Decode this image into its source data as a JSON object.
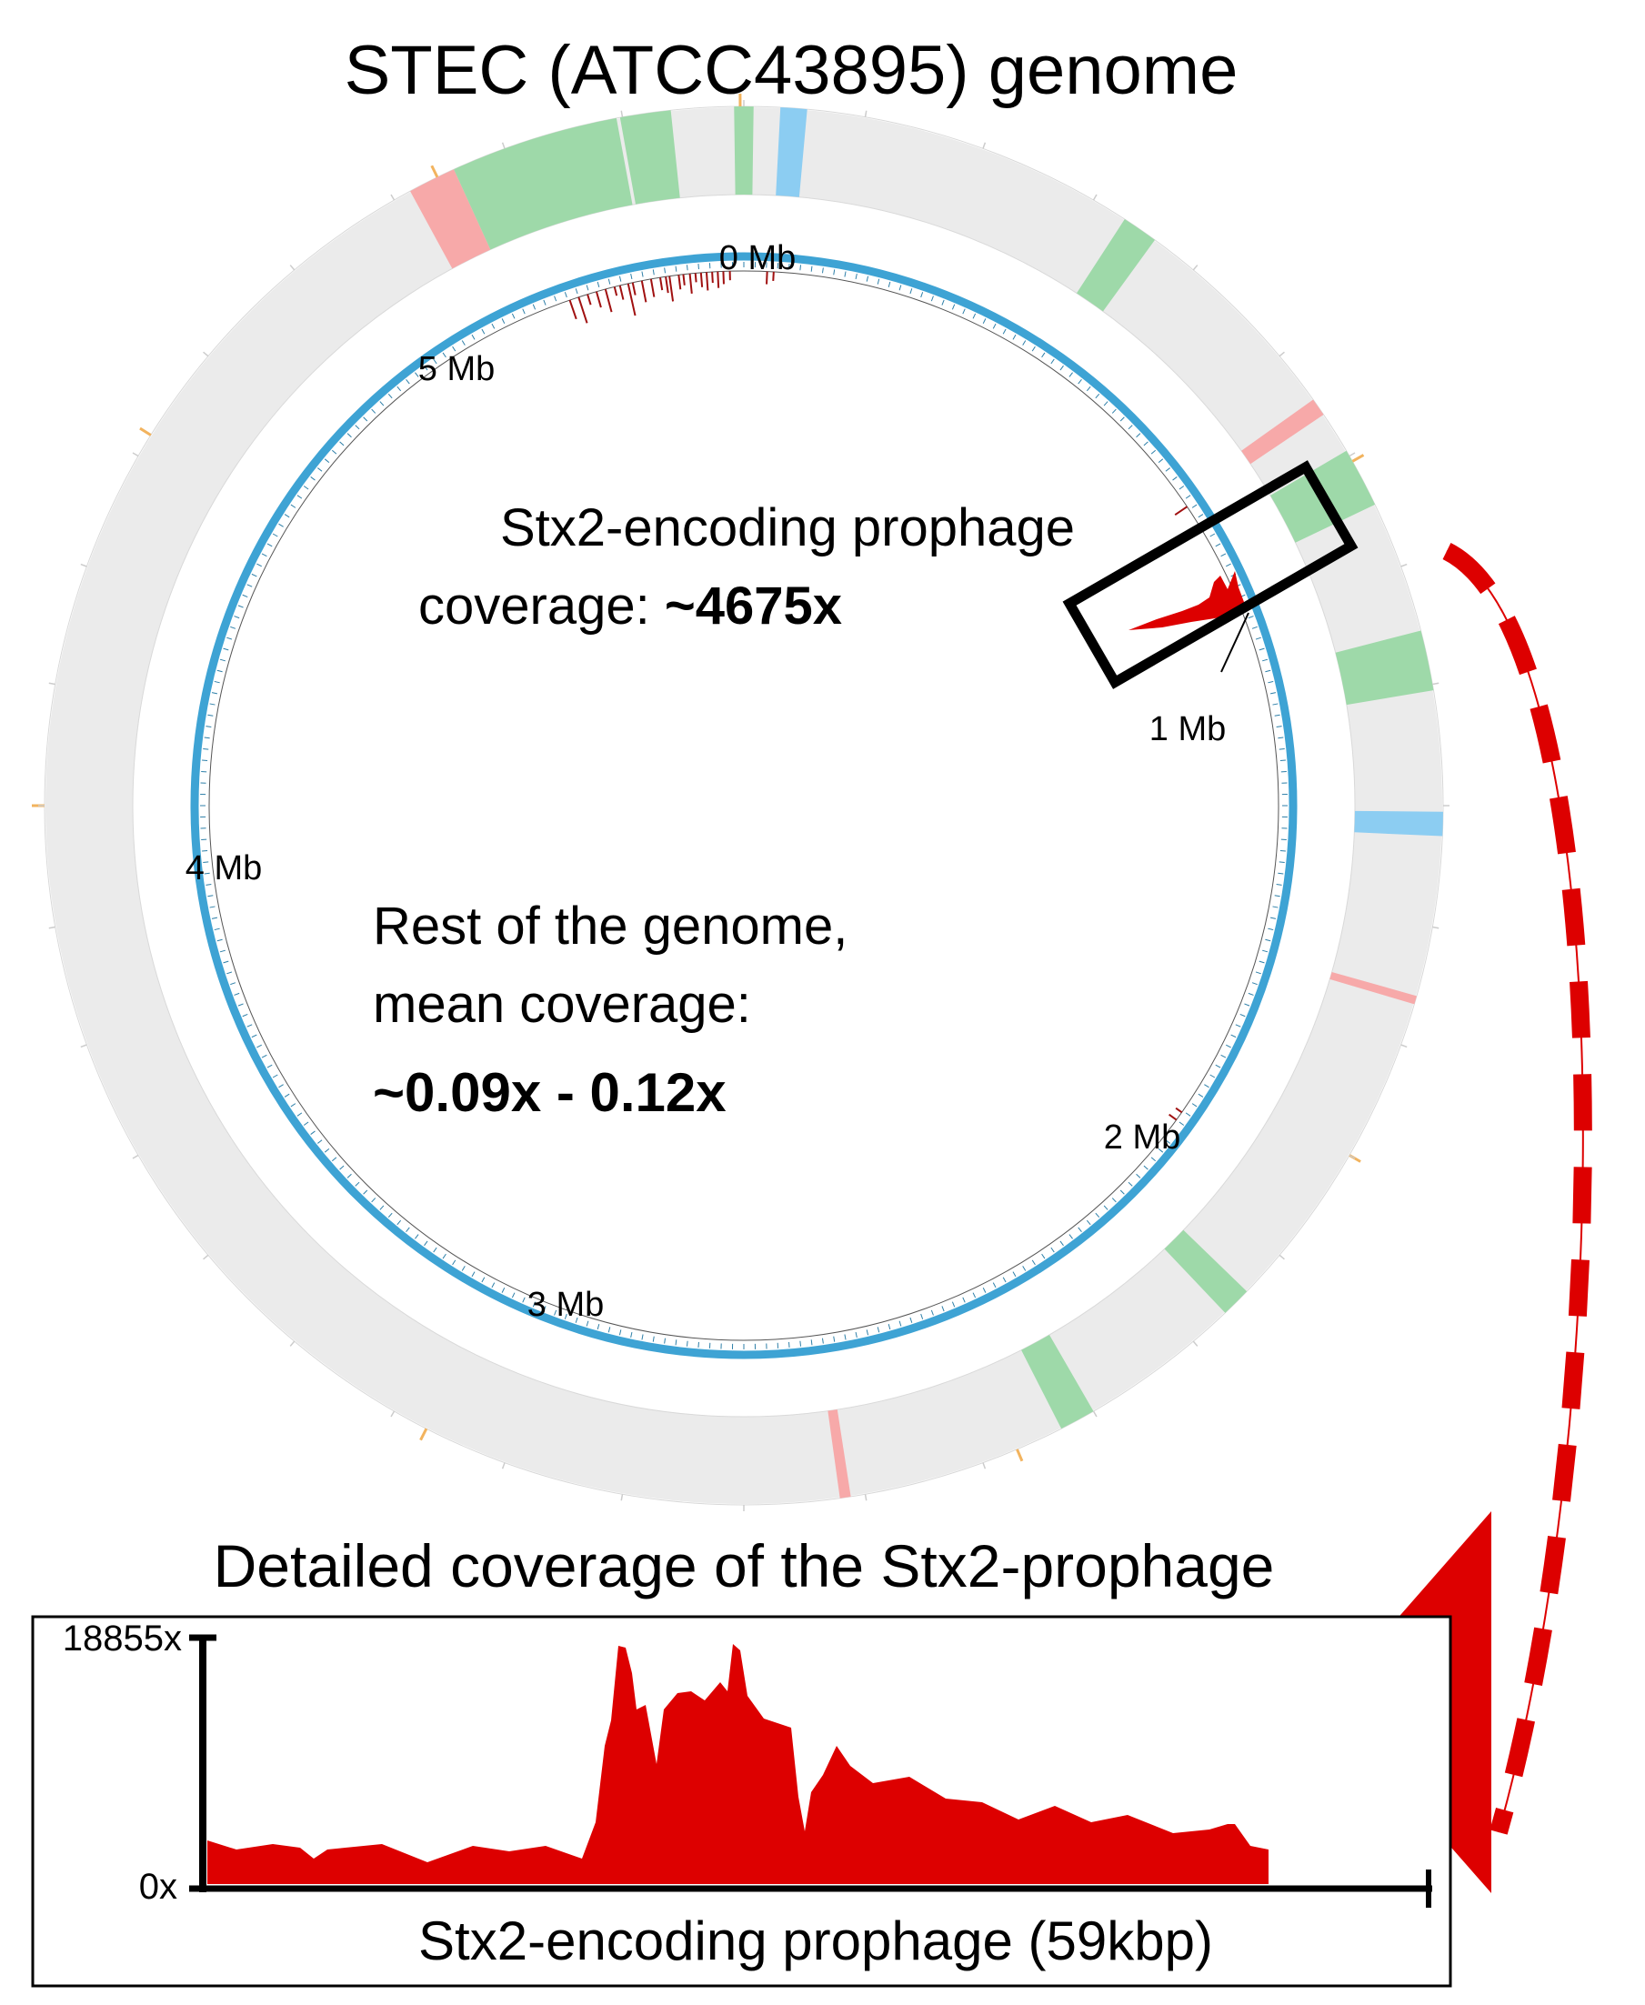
{
  "figure": {
    "title": "STEC (ATCC43895) genome",
    "ring_labels": [
      "0 Mb",
      "1 Mb",
      "2 Mb",
      "3 Mb",
      "4 Mb",
      "5 Mb"
    ],
    "prophage_note": {
      "line1": "Stx2-encoding prophage",
      "line2_prefix": "coverage: ",
      "line2_value": "~4675x"
    },
    "rest_note": {
      "line1": "Rest of the genome,",
      "line2": "mean coverage:",
      "line3": "~0.09x - 0.12x"
    },
    "detail": {
      "title": "Detailed coverage of the Stx2-prophage",
      "y_max_label": "18855x",
      "y_min_label": "0x",
      "x_label": "Stx2-encoding prophage (59kbp)"
    },
    "colors": {
      "ring_background": "#ebebeb",
      "green_region": "#9ed9a9",
      "blue_region": "#8ccdf2",
      "pink_region": "#f7a9a9",
      "genome_axis": "#3ea3d4",
      "coverage": "#dd0000",
      "small_tick": "#f2b35e"
    }
  }
}
